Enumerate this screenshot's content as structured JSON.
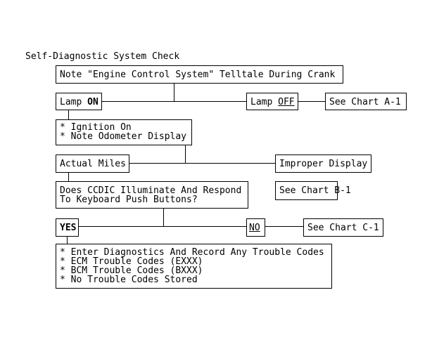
{
  "title": "Self-Diagnostic System Check",
  "nodes": {
    "start": "Note \"Engine Control System\" Telltale During Crank",
    "lamp_on_prefix": "Lamp ",
    "lamp_on_state": "ON",
    "lamp_off_prefix": "Lamp ",
    "lamp_off_state": "OFF",
    "chart_a1": "See Chart A-1",
    "ignition_lines": [
      "* Ignition On",
      "* Note Odometer Display"
    ],
    "actual_miles": "Actual Miles",
    "improper_display": "Improper Display",
    "chart_b1": "See Chart B-1",
    "ccdic_lines": [
      "Does CCDIC Illuminate And Respond",
      "To Keyboard Push Buttons?"
    ],
    "yes": "YES",
    "no": "NO",
    "chart_c1": "See Chart C-1",
    "final_lines": [
      "* Enter Diagnostics And Record Any Trouble Codes",
      "* ECM Trouble Codes (EXXX)",
      "* BCM Trouble Codes (BXXX)",
      "* No Trouble Codes Stored"
    ]
  }
}
